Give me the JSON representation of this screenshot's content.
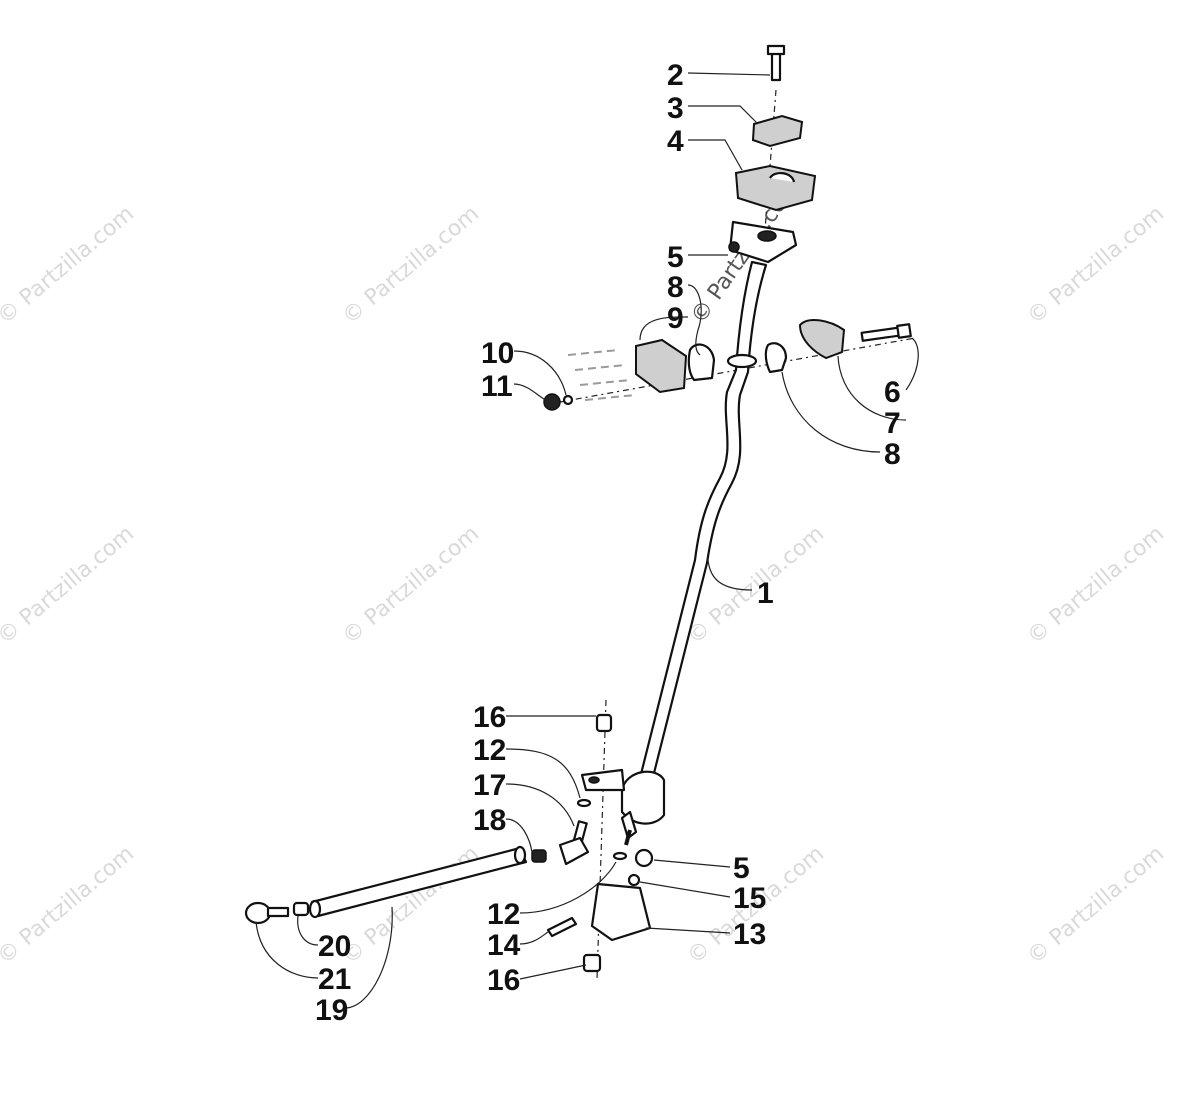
{
  "watermark": {
    "text": "© Partzilla.com"
  },
  "callouts": {
    "c2": "2",
    "c3": "3",
    "c4": "4",
    "c5a": "5",
    "c8a": "8",
    "c9": "9",
    "c10": "10",
    "c11": "11",
    "c6": "6",
    "c7": "7",
    "c8b": "8",
    "c1": "1",
    "c16a": "16",
    "c12a": "12",
    "c17": "17",
    "c18": "18",
    "c5b": "5",
    "c15": "15",
    "c12b": "12",
    "c13": "13",
    "c14": "14",
    "c16b": "16",
    "c20": "20",
    "c21": "21",
    "c19": "19"
  }
}
